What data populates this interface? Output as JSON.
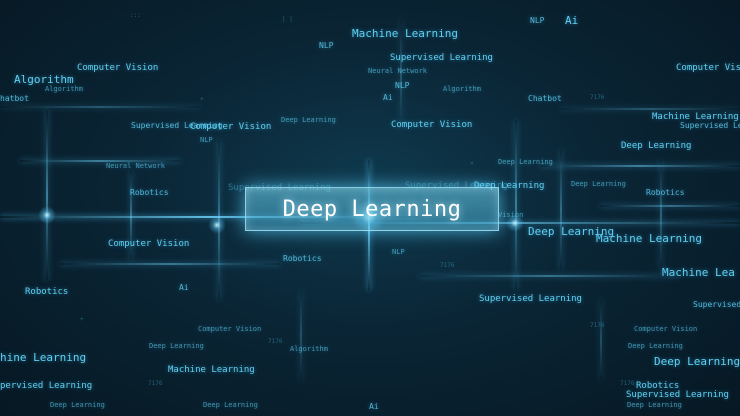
{
  "headline": "Deep Learning",
  "terms": [
    "Machine Learning",
    "Ai",
    "NLP",
    "NLP",
    "Supervised Learning",
    "Computer Vision",
    "Computer Vision",
    "Algorithm",
    "Algorithm",
    "Neural Network",
    "Algorithm",
    "NLP",
    "Ai",
    "Chatbot",
    "hatbot",
    "Supervised Learning",
    "Computer Vision",
    "Deep Learning",
    "Computer Vision",
    "Machine Learning",
    "Supervised Learning",
    "NLP",
    "Deep Learning",
    "Neural Network",
    "Deep Learning",
    "Deep Learning",
    "Robotics",
    "Robotics",
    "Supervised Learning",
    "Supervised Learning",
    "Deep Learning",
    "Vision",
    "Deep Learning",
    "Machine Learning",
    "Computer Vision",
    "Robotics",
    "NLP",
    "Machine Lea",
    "Ai",
    "Robotics",
    "Supervised Learning",
    "Supervised",
    "Computer Vision",
    "Computer Vision",
    "Deep Learning",
    "Algorithm",
    "hine Learning",
    "Deep Learning",
    "Deep Learning",
    "Machine Learning",
    "pervised Learning",
    "Robotics",
    "Supervised Learning",
    "Deep Learning",
    "Deep Learning",
    "Ai",
    "Deep Learning"
  ],
  "colors": {
    "background": "#0a2535",
    "text": "#5fd0f2",
    "streak": "#6ed7ff",
    "headline_box": "#6ecdf0"
  }
}
